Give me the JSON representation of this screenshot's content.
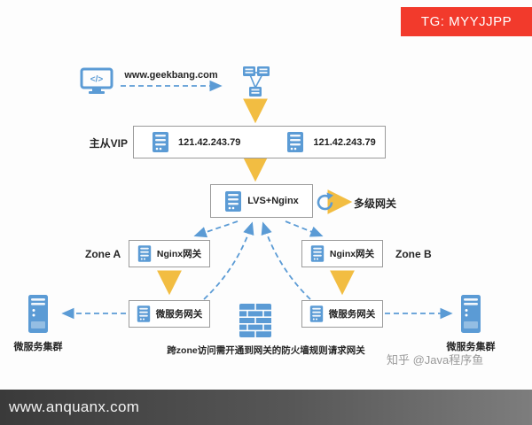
{
  "tg_banner": "TG: MYYJJPP",
  "footer_url": "www.anquanx.com",
  "watermark": "知乎 @Java程序鱼",
  "diagram": {
    "url_label": "www.geekbang.com",
    "vip_label": "主从VIP",
    "vip_ip_left": "121.42.243.79",
    "vip_ip_right": "121.42.243.79",
    "lvs_label": "LVS+Nginx",
    "multi_gateway_label": "多级网关",
    "zone_a_label": "Zone A",
    "zone_b_label": "Zone B",
    "nginx_gateway_a": "Nginx网关",
    "nginx_gateway_b": "Nginx网关",
    "micro_gateway_a": "微服务网关",
    "micro_gateway_b": "微服务网关",
    "cluster_left_label": "微服务集群",
    "cluster_right_label": "微服务集群",
    "caption": "跨zone访问需开通到网关的防火墙规则请求网关"
  },
  "colors": {
    "blue": "#5b9bd5",
    "yellow": "#f2bd42",
    "red": "#f23a2c",
    "footer_dark": "#3a3a3a"
  }
}
